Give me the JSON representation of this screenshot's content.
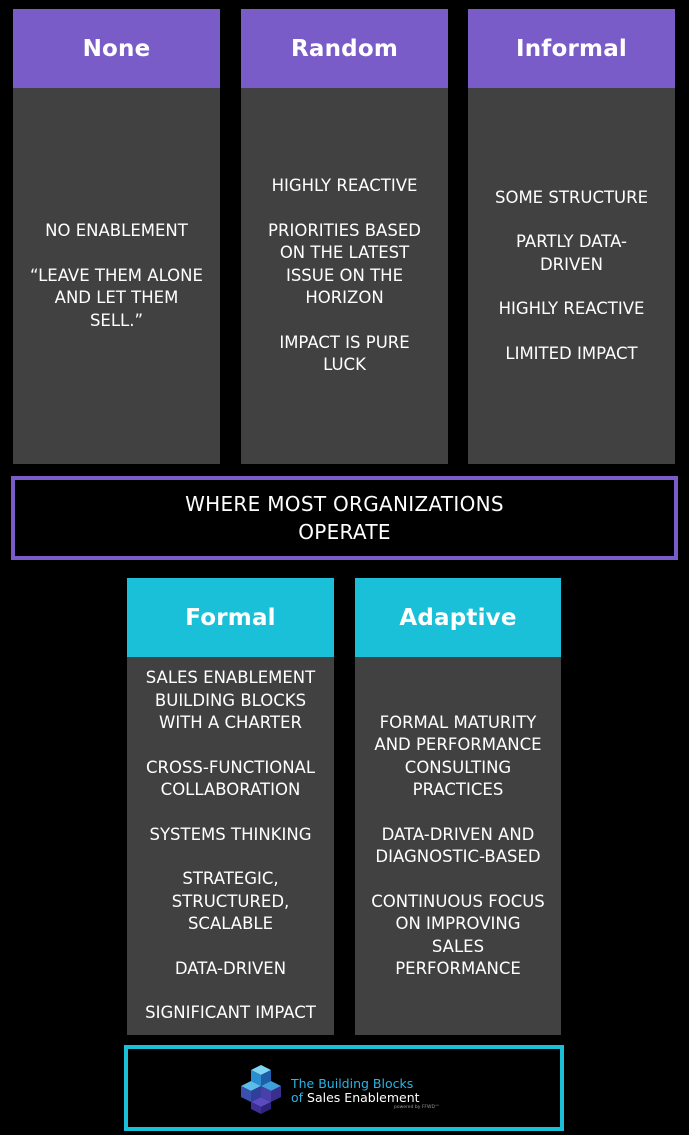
{
  "top_cards": [
    {
      "title": "None",
      "lines": [
        "NO ENABLEMENT",
        "“LEAVE THEM ALONE\nAND LET THEM\nSELL.”"
      ]
    },
    {
      "title": "Random",
      "lines": [
        "HIGHLY REACTIVE",
        "PRIORITIES BASED\nON THE LATEST\nISSUE ON THE\nHORIZON",
        "IMPACT IS PURE\nLUCK"
      ]
    },
    {
      "title": "Informal",
      "lines": [
        "SOME STRUCTURE",
        "PARTLY DATA-\nDRIVEN",
        "HIGHLY REACTIVE",
        "LIMITED IMPACT"
      ]
    }
  ],
  "banner": {
    "text": "WHERE MOST ORGANIZATIONS\nOPERATE"
  },
  "bottom_cards": [
    {
      "title": "Formal",
      "lines": [
        "SALES ENABLEMENT\nBUILDING BLOCKS\nWITH A CHARTER",
        "CROSS-FUNCTIONAL\nCOLLABORATION",
        "SYSTEMS THINKING",
        "STRATEGIC,\nSTRUCTURED,\nSCALABLE",
        "DATA-DRIVEN",
        "SIGNIFICANT IMPACT"
      ]
    },
    {
      "title": "Adaptive",
      "lines": [
        "FORMAL MATURITY\nAND PERFORMANCE\nCONSULTING\nPRACTICES",
        "DATA-DRIVEN AND\nDIAGNOSTIC-BASED",
        "CONTINUOUS FOCUS\nON IMPROVING\nSALES\nPERFORMANCE"
      ]
    }
  ],
  "logo": {
    "title_line1": "The Building Blocks",
    "title_of": "of",
    "title_se": "Sales Enablement",
    "powered": "powered by FFWD™",
    "icon": "stacked-cubes-icon"
  },
  "colors": {
    "purple": "#7a5cc9",
    "cyan": "#1ac0d8",
    "card_bg": "#414141",
    "background": "#000000"
  }
}
